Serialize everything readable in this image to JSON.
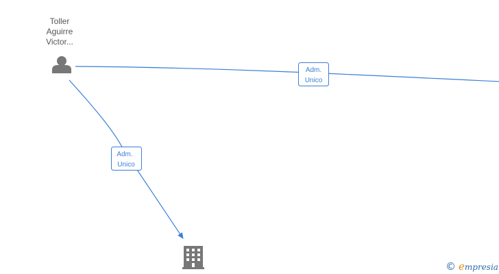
{
  "nodes": {
    "person": {
      "name_lines": [
        "Toller",
        "Aguirre",
        "Victor..."
      ],
      "icon": "person-icon",
      "color": "#777777"
    },
    "company": {
      "icon": "building-icon",
      "color": "#777777"
    }
  },
  "edges": [
    {
      "label_lines": [
        "Adm.",
        "Unico"
      ],
      "from": "person",
      "to": "offscreen-right"
    },
    {
      "label_lines": [
        "Adm.",
        "Unico"
      ],
      "from": "person",
      "to": "company"
    }
  ],
  "edge_color": "#3a7fd5",
  "branding": {
    "copyright_symbol": "©",
    "brand_first_letter": "e",
    "brand_rest": "mpresia",
    "brand_color": "#2d6aa6",
    "accent_color": "#e08a1e"
  }
}
